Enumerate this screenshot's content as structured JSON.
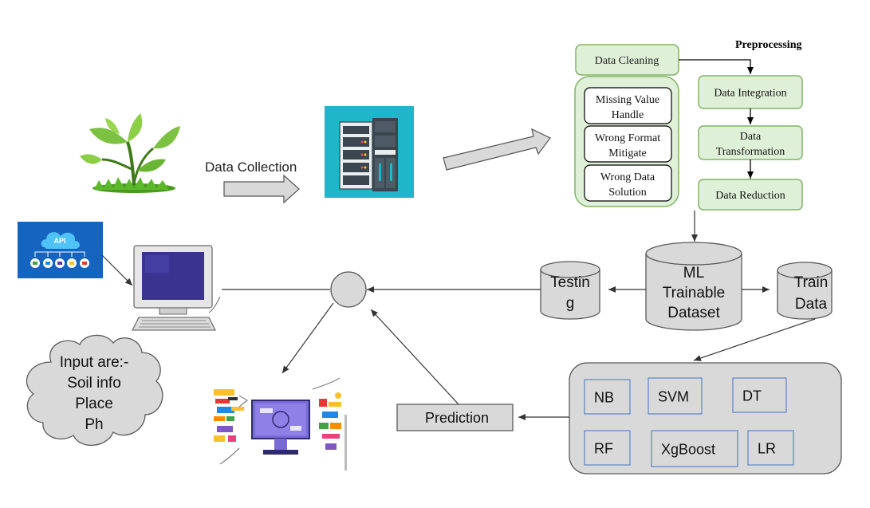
{
  "preprocessing": {
    "title": "Preprocessing",
    "data_cleaning": "Data Cleaning",
    "cleaning_items": [
      [
        "Missing Value",
        "Handle"
      ],
      [
        "Wrong Format",
        "Mitigate"
      ],
      [
        "Wrong Data",
        "Solution"
      ]
    ],
    "steps": [
      [
        "Data Integration"
      ],
      [
        "Data",
        "Transformation"
      ],
      [
        "Data Reduction"
      ]
    ]
  },
  "data_collection": "Data Collection",
  "dataset": [
    "ML",
    "Trainable",
    "Dataset"
  ],
  "testing": [
    "Testin",
    "g"
  ],
  "train": [
    "Train",
    "Data"
  ],
  "input_cloud": [
    "Input are:-",
    "Soil info",
    "Place",
    "Ph"
  ],
  "prediction": "Prediction",
  "api_label": "API",
  "models": [
    "NB",
    "SVM",
    "DT",
    "RF",
    "XgBoost",
    "LR"
  ],
  "colors": {
    "green_fill": "#dff0d8",
    "green_stroke": "#82b366",
    "gray_fill": "#d9d9d9",
    "gray_stroke": "#595959",
    "model_stroke": "#4472c4",
    "api_bg": "#1565c0",
    "teal": "#1fb6c9"
  }
}
